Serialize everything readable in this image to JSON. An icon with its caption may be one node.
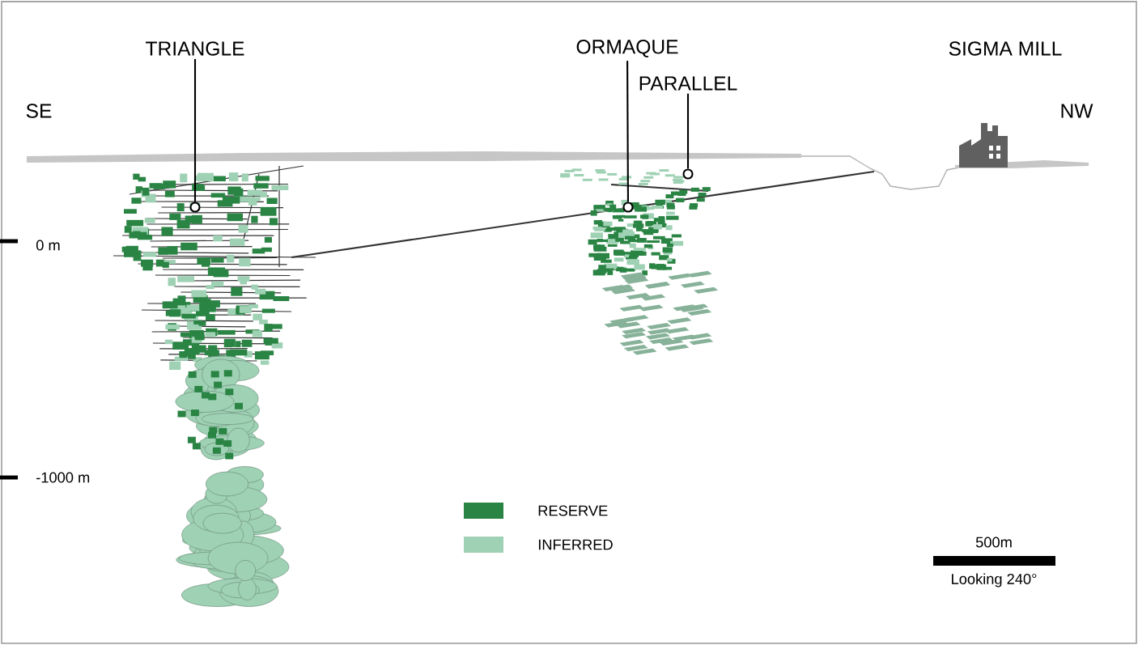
{
  "diagram": {
    "nodes": [
      {
        "text": [
          "TRIANGLE"
        ]
      },
      {
        "text": [],
        "shape": "circle"
      },
      {
        "text": [
          "ORMAQUE"
        ]
      },
      {
        "text": [],
        "shape": "circle"
      },
      {
        "text": [
          "PARALLEL"
        ]
      },
      {
        "text": [],
        "shape": "circle"
      }
    ],
    "edges": [
      {
        "from": 0,
        "to": 1,
        "arrow": "none"
      },
      {
        "from": 2,
        "to": 3,
        "arrow": "none"
      },
      {
        "from": 4,
        "to": 5,
        "arrow": "none"
      }
    ],
    "labels": [
      "SIGMA MILL",
      "SE",
      "NW",
      "0 m",
      "-1000 m",
      "500m",
      "Looking 240°"
    ],
    "legend": [
      {
        "text": "RESERVE",
        "color": "#2a8444"
      },
      {
        "text": "INFERRED",
        "color": "#9fd1b4"
      }
    ]
  }
}
